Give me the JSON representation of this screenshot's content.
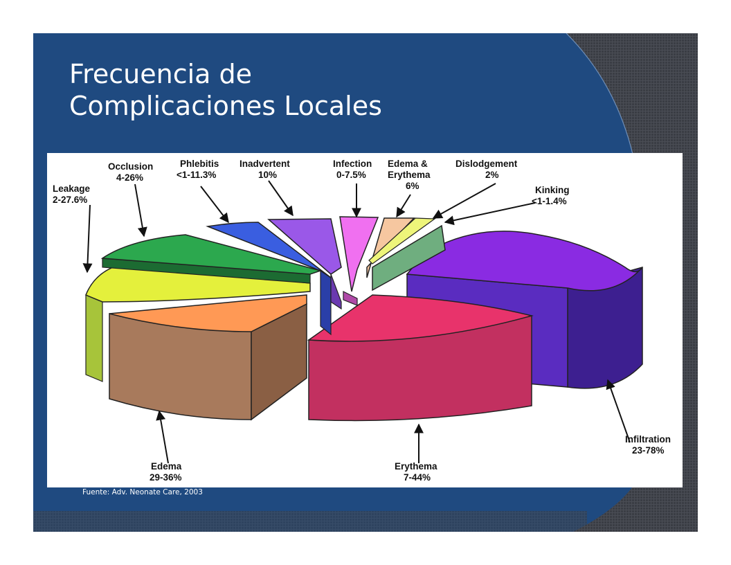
{
  "slide": {
    "title_line1": "Frecuencia de",
    "title_line2": "Complicaciones Locales",
    "source": "Fuente:  Adv. Neonate Care, 2003",
    "colors": {
      "background": "#1f4a80",
      "dark_band": "#3a3d44",
      "text": "#ffffff"
    }
  },
  "chart_data": {
    "type": "pie",
    "style": "3d-exploded",
    "title": "",
    "slices": [
      {
        "name": "Infiltration",
        "range": "23-78%",
        "color": "#8a2be2"
      },
      {
        "name": "Erythema",
        "range": "7-44%",
        "color": "#e8336b"
      },
      {
        "name": "Edema",
        "range": "29-36%",
        "color": "#ff9955"
      },
      {
        "name": "Leakage",
        "range": "2-27.6%",
        "color": "#e4f03c"
      },
      {
        "name": "Occlusion",
        "range": "4-26%",
        "color": "#2ca84e"
      },
      {
        "name": "Phlebitis",
        "range": "<1-11.3%",
        "color": "#3a5ee0"
      },
      {
        "name": "Inadvertent",
        "range": "10%",
        "color": "#9a58e8"
      },
      {
        "name": "Infection",
        "range": "0-7.5%",
        "color": "#f070f0"
      },
      {
        "name": "Edema &",
        "name2": "Erythema",
        "range": "6%",
        "color": "#f6c7a0"
      },
      {
        "name": "Dislodgement",
        "range": "2%",
        "color": "#6fae7f"
      },
      {
        "name": "Kinking",
        "range": "<1-1.4%",
        "color": "#eef57a"
      }
    ]
  }
}
